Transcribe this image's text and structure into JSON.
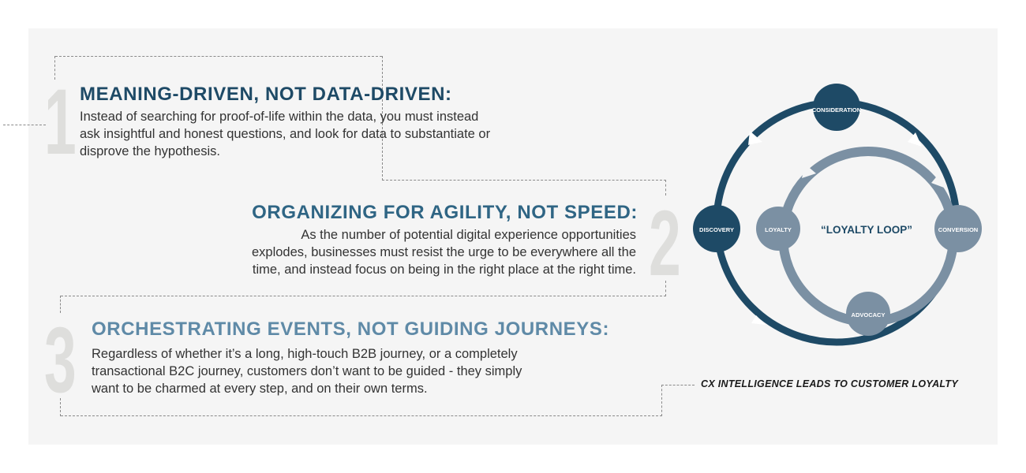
{
  "colors": {
    "dark_blue": "#1e4a66",
    "mid_blue": "#2f6584",
    "light_blue": "#5f8aa7",
    "gray_node": "#7b90a3",
    "big_number": "#dededc"
  },
  "sections": [
    {
      "number": "1",
      "heading": "MEANING-DRIVEN, NOT DATA-DRIVEN:",
      "lines": [
        "Instead of searching for proof-of-life within the data, you must instead",
        "ask insightful and honest questions, and look for data to substantiate or",
        "disprove the hypothesis."
      ]
    },
    {
      "number": "2",
      "heading": "ORGANIZING FOR AGILITY, NOT SPEED:",
      "lines": [
        "As the number of potential digital experience opportunities",
        "explodes, businesses must resist the urge to be everywhere all the",
        "time, and instead focus on being in the right place at the right time."
      ]
    },
    {
      "number": "3",
      "heading": "ORCHESTRATING EVENTS, NOT GUIDING JOURNEYS:",
      "lines": [
        "Regardless of whether it’s a long, high-touch B2B journey, or a completely",
        "transactional B2C journey, customers don’t want to be guided - they simply",
        "want to be charmed at every step, and on their own terms."
      ]
    }
  ],
  "diagram": {
    "center_label": "“LOYALTY LOOP”",
    "nodes": {
      "consideration": "CONSIDERATION",
      "discovery": "DISCOVERY",
      "loyalty": "LOYALTY",
      "conversion": "CONVERSION",
      "advocacy": "ADVOCACY"
    },
    "caption": "CX INTELLIGENCE LEADS TO CUSTOMER LOYALTY"
  }
}
